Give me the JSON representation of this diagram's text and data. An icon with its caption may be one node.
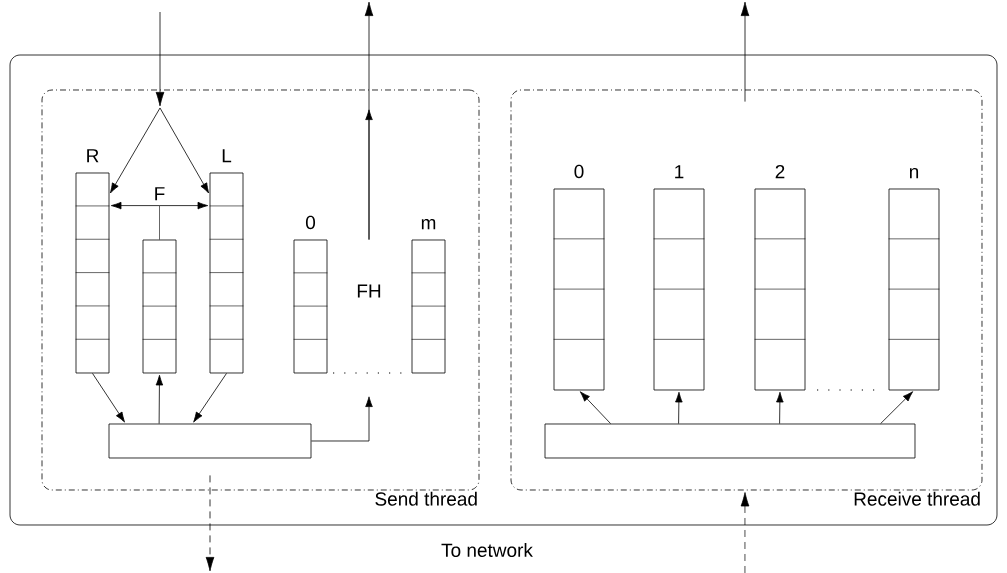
{
  "diagram": {
    "nodes": [
      {
        "text": [],
        "shape": "box"
      },
      {
        "text": [
          "Send thread"
        ],
        "in": 0
      },
      {
        "text": [
          "Receive thread"
        ],
        "in": 0
      },
      {
        "text": [
          "R"
        ],
        "in": 1
      },
      {
        "text": [
          "F"
        ],
        "in": 1
      },
      {
        "text": [
          "L"
        ],
        "in": 1
      },
      {
        "text": [
          "0"
        ],
        "in": 1
      },
      {
        "text": [
          "m"
        ],
        "in": 1
      },
      {
        "text": [
          "FH"
        ],
        "in": 1
      },
      {
        "text": [],
        "shape": "box",
        "in": 1
      },
      {
        "text": [
          "0"
        ],
        "in": 2
      },
      {
        "text": [
          "1"
        ],
        "in": 2
      },
      {
        "text": [
          "2"
        ],
        "in": 2
      },
      {
        "text": [
          "n"
        ],
        "in": 2
      },
      {
        "text": [],
        "shape": "box",
        "in": 2
      }
    ],
    "edges": [
      {
        "from": null,
        "to": 3,
        "arrow": "to"
      },
      {
        "from": null,
        "to": 5,
        "arrow": "to"
      },
      {
        "from": 4,
        "to": 3,
        "arrow": "to"
      },
      {
        "from": 4,
        "to": 5,
        "arrow": "to"
      },
      {
        "from": 3,
        "to": 9,
        "arrow": "to"
      },
      {
        "from": 9,
        "to": 4,
        "arrow": "to"
      },
      {
        "from": 5,
        "to": 9,
        "arrow": "to"
      },
      {
        "from": 9,
        "to": null,
        "arrow": "to"
      },
      {
        "from": 8,
        "to": null,
        "arrow": "to"
      },
      {
        "from": 2,
        "to": null,
        "arrow": "to"
      },
      {
        "from": 14,
        "to": 10,
        "arrow": "to"
      },
      {
        "from": 14,
        "to": 11,
        "arrow": "to"
      },
      {
        "from": 14,
        "to": 12,
        "arrow": "to"
      },
      {
        "from": 14,
        "to": 13,
        "arrow": "to"
      },
      {
        "from": 9,
        "to": null,
        "arrow": "to",
        "style": "dashed"
      },
      {
        "from": null,
        "to": 2,
        "arrow": "to",
        "style": "dashed"
      }
    ],
    "labels": [
      "To network"
    ]
  }
}
